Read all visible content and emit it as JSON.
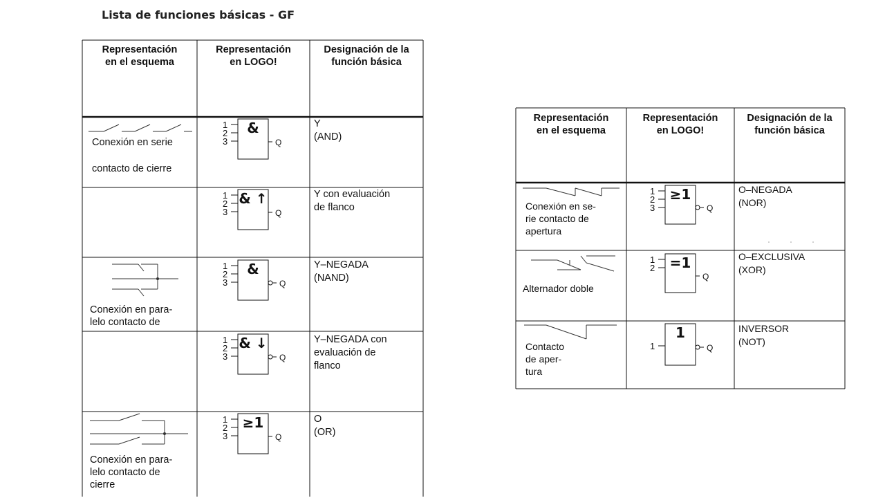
{
  "page_title": "Lista de funciones básicas - GF",
  "headers": {
    "col1": [
      "Representación",
      "en el esquema"
    ],
    "col2": [
      "Representación",
      "en LOGO!"
    ],
    "col3": [
      "Designación de la",
      "función básica"
    ]
  },
  "table1": [
    {
      "schematic": [
        "Conexión en serie",
        "contacto de cierre"
      ],
      "symbol": "&",
      "inputs": [
        "1",
        "2",
        "3"
      ],
      "negated": false,
      "name": [
        "Y",
        "(AND)"
      ]
    },
    {
      "schematic": [],
      "symbol": "& ↑",
      "inputs": [
        "1",
        "2",
        "3"
      ],
      "negated": false,
      "name": [
        "Y con evaluación",
        "de flanco"
      ]
    },
    {
      "schematic": [
        "Conexión en para-",
        "lelo contacto de"
      ],
      "symbol": "&",
      "inputs": [
        "1",
        "2",
        "3"
      ],
      "negated": true,
      "name": [
        "Y–NEGADA",
        "(NAND)"
      ]
    },
    {
      "schematic": [],
      "symbol": "& ↓",
      "inputs": [
        "1",
        "2",
        "3"
      ],
      "negated": true,
      "name": [
        "Y–NEGADA con",
        "evaluación de",
        "flanco"
      ]
    },
    {
      "schematic": [
        "Conexión en para-",
        "lelo contacto de",
        "cierre"
      ],
      "symbol": "≥1",
      "inputs": [
        "1",
        "2",
        "3"
      ],
      "negated": false,
      "name": [
        "O",
        "(OR)"
      ]
    }
  ],
  "table2": [
    {
      "schematic": [
        "Conexión en se-",
        "rie contacto de",
        "apertura"
      ],
      "symbol": "≥1",
      "inputs": [
        "1",
        "2",
        "3"
      ],
      "negated": true,
      "name": [
        "O–NEGADA",
        "(NOR)"
      ]
    },
    {
      "schematic": [
        "Alternador doble"
      ],
      "symbol": "=1",
      "inputs": [
        "1",
        "2"
      ],
      "negated": false,
      "name": [
        "O–EXCLUSIVA",
        "(XOR)"
      ]
    },
    {
      "schematic": [
        "Contacto",
        "de aper-",
        "tura"
      ],
      "symbol": "1",
      "inputs": [
        "1"
      ],
      "negated": true,
      "name": [
        "INVERSOR",
        "(NOT)"
      ]
    }
  ],
  "output_label": "Q"
}
